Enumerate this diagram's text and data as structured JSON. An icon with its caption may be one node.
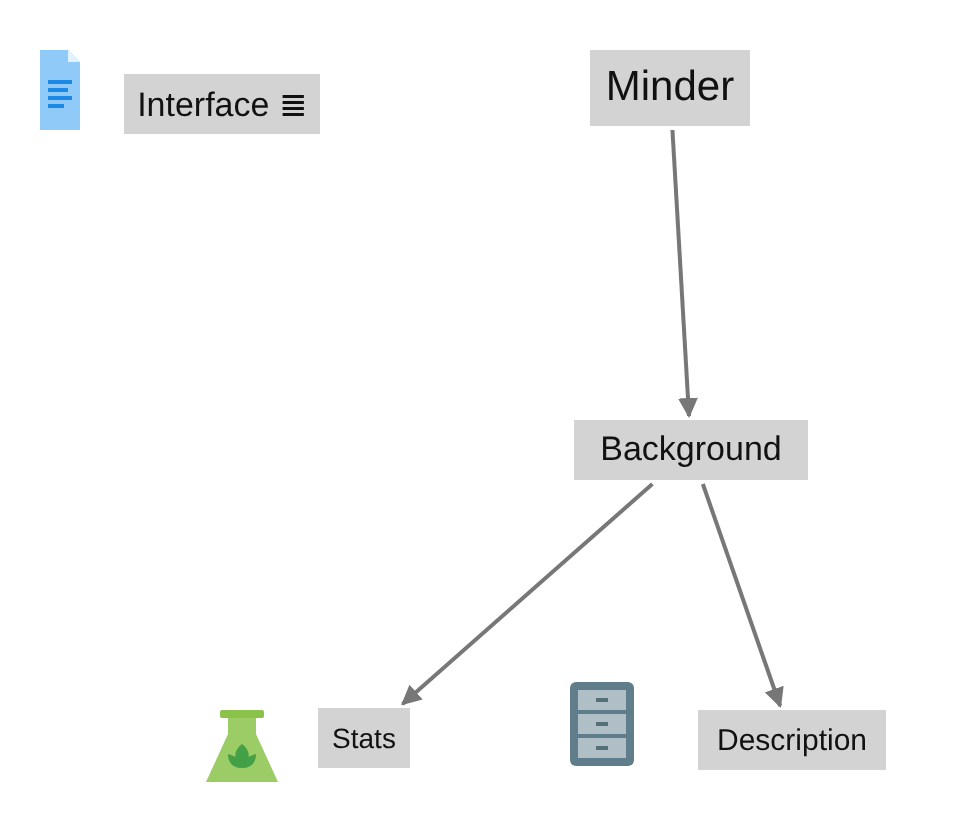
{
  "diagram": {
    "nodes": [
      {
        "text": [
          "Interface ≣"
        ]
      },
      {
        "text": [
          "Minder"
        ]
      },
      {
        "text": [
          "Background"
        ]
      },
      {
        "text": [
          "Stats"
        ]
      },
      {
        "text": [
          "Description"
        ]
      }
    ],
    "edges": [
      {
        "from": 1,
        "to": 2,
        "arrow": "to"
      },
      {
        "from": 2,
        "to": 3,
        "arrow": "to"
      },
      {
        "from": 2,
        "to": 4,
        "arrow": "to"
      }
    ]
  }
}
